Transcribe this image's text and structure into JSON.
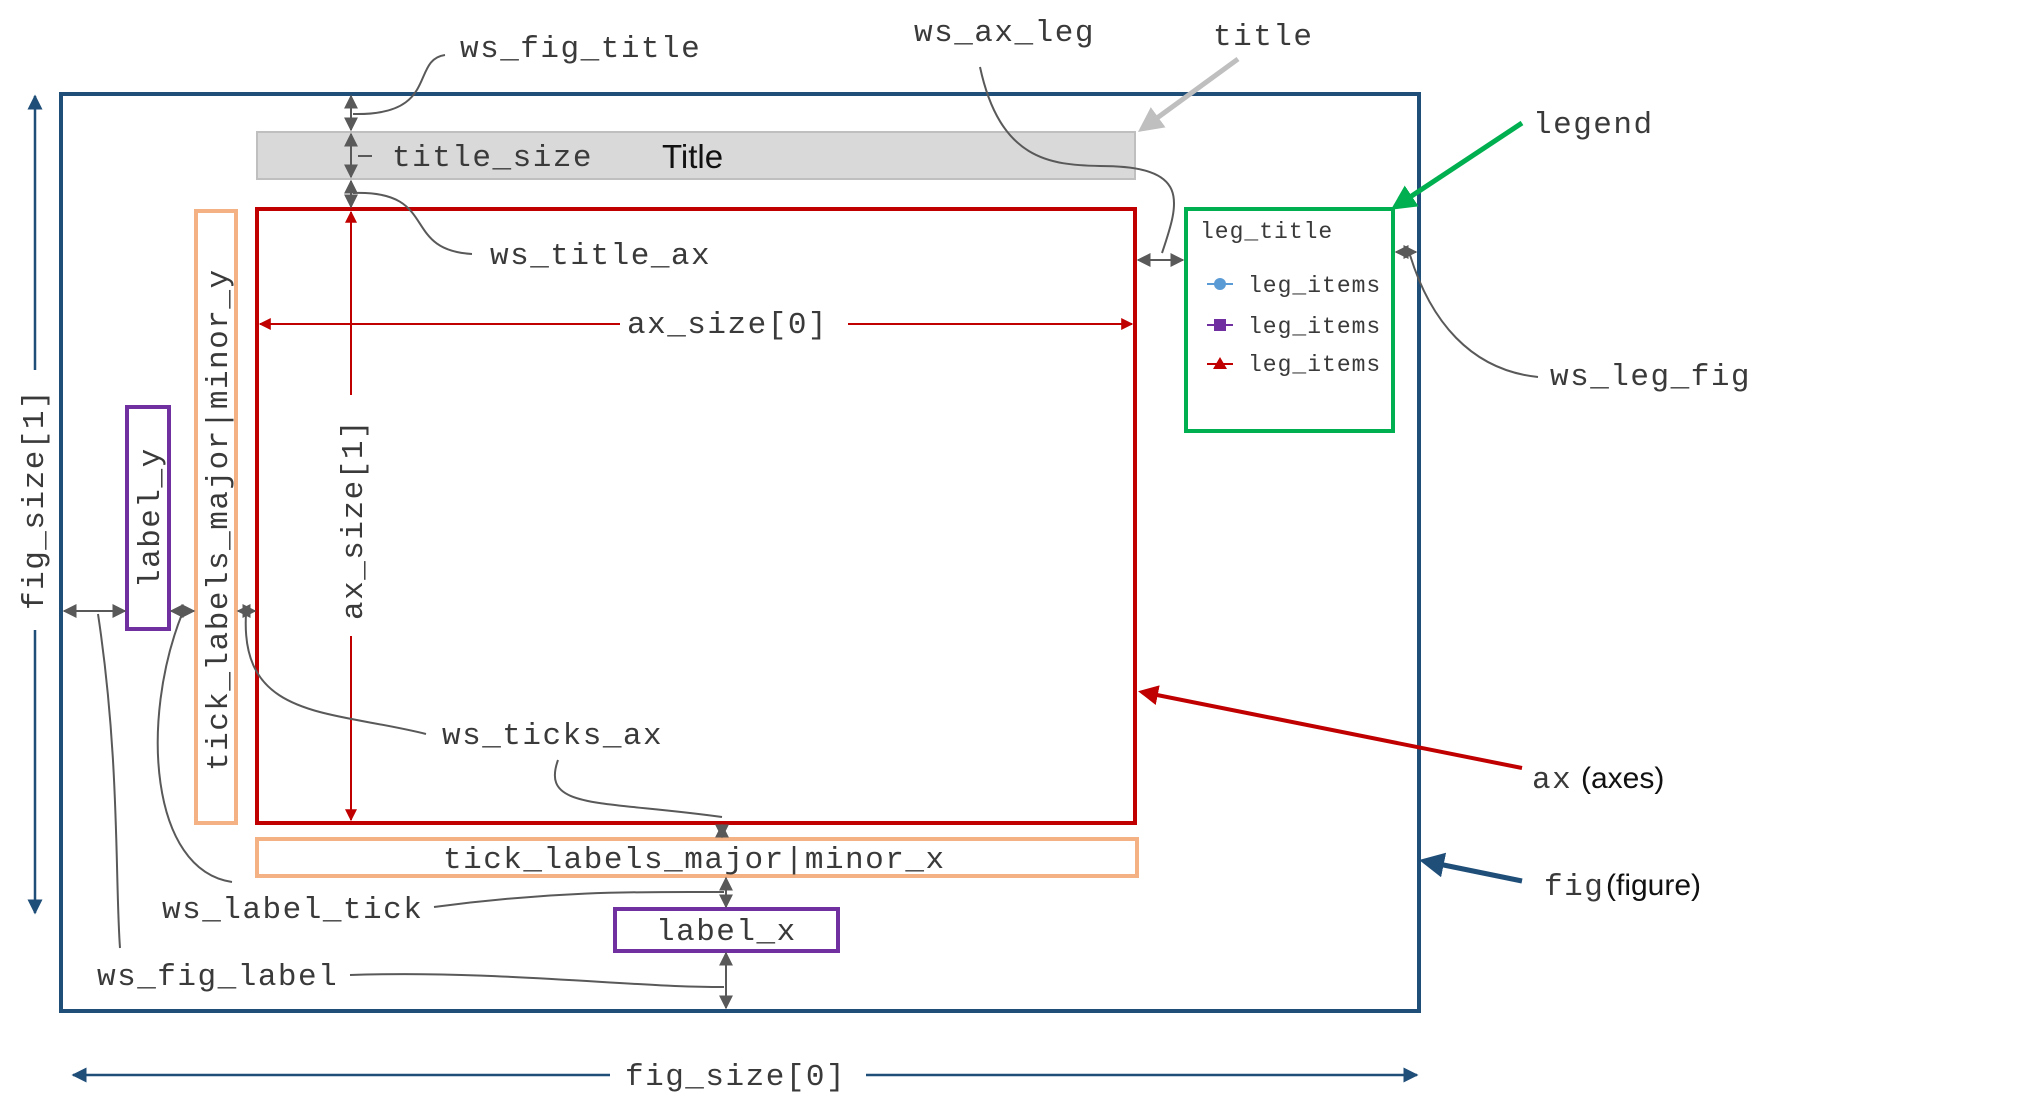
{
  "labels": {
    "ws_fig_title": "ws_fig_title",
    "ws_ax_leg": "ws_ax_leg",
    "title_ann": "title",
    "legend_ann": "legend",
    "title_size": "title_size",
    "title_text": "Title",
    "ws_title_ax": "ws_title_ax",
    "ax_size_0": "ax_size[0]",
    "ax_size_1": "ax_size[1]",
    "tick_labels_y": "tick_labels_major|minor_y",
    "label_y": "label_y",
    "fig_size_1": "fig_size[1]",
    "fig_size_0": "fig_size[0]",
    "ws_leg_fig": "ws_leg_fig",
    "ws_ticks_ax": "ws_ticks_ax",
    "ax_code": "ax",
    "ax_desc": "(axes)",
    "tick_labels_x": "tick_labels_major|minor_x",
    "fig_code": "fig",
    "fig_desc": "(figure)",
    "ws_label_tick": "ws_label_tick",
    "label_x": "label_x",
    "ws_fig_label": "ws_fig_label"
  },
  "legend": {
    "title": "leg_title",
    "items": [
      {
        "label": "leg_items",
        "marker": "circle-marker",
        "color": "#5b9bd5"
      },
      {
        "label": "leg_items",
        "marker": "square-marker",
        "color": "#7030a0"
      },
      {
        "label": "leg_items",
        "marker": "triangle-marker",
        "color": "#c00000"
      }
    ]
  },
  "colors": {
    "figure": "#1f4e79",
    "axes": "#c00000",
    "legend": "#00b050",
    "tick_labels": "#f4b183",
    "axis_label": "#7030a0",
    "title_band": "#d9d9d9",
    "dimension_arrow": "#595959"
  }
}
